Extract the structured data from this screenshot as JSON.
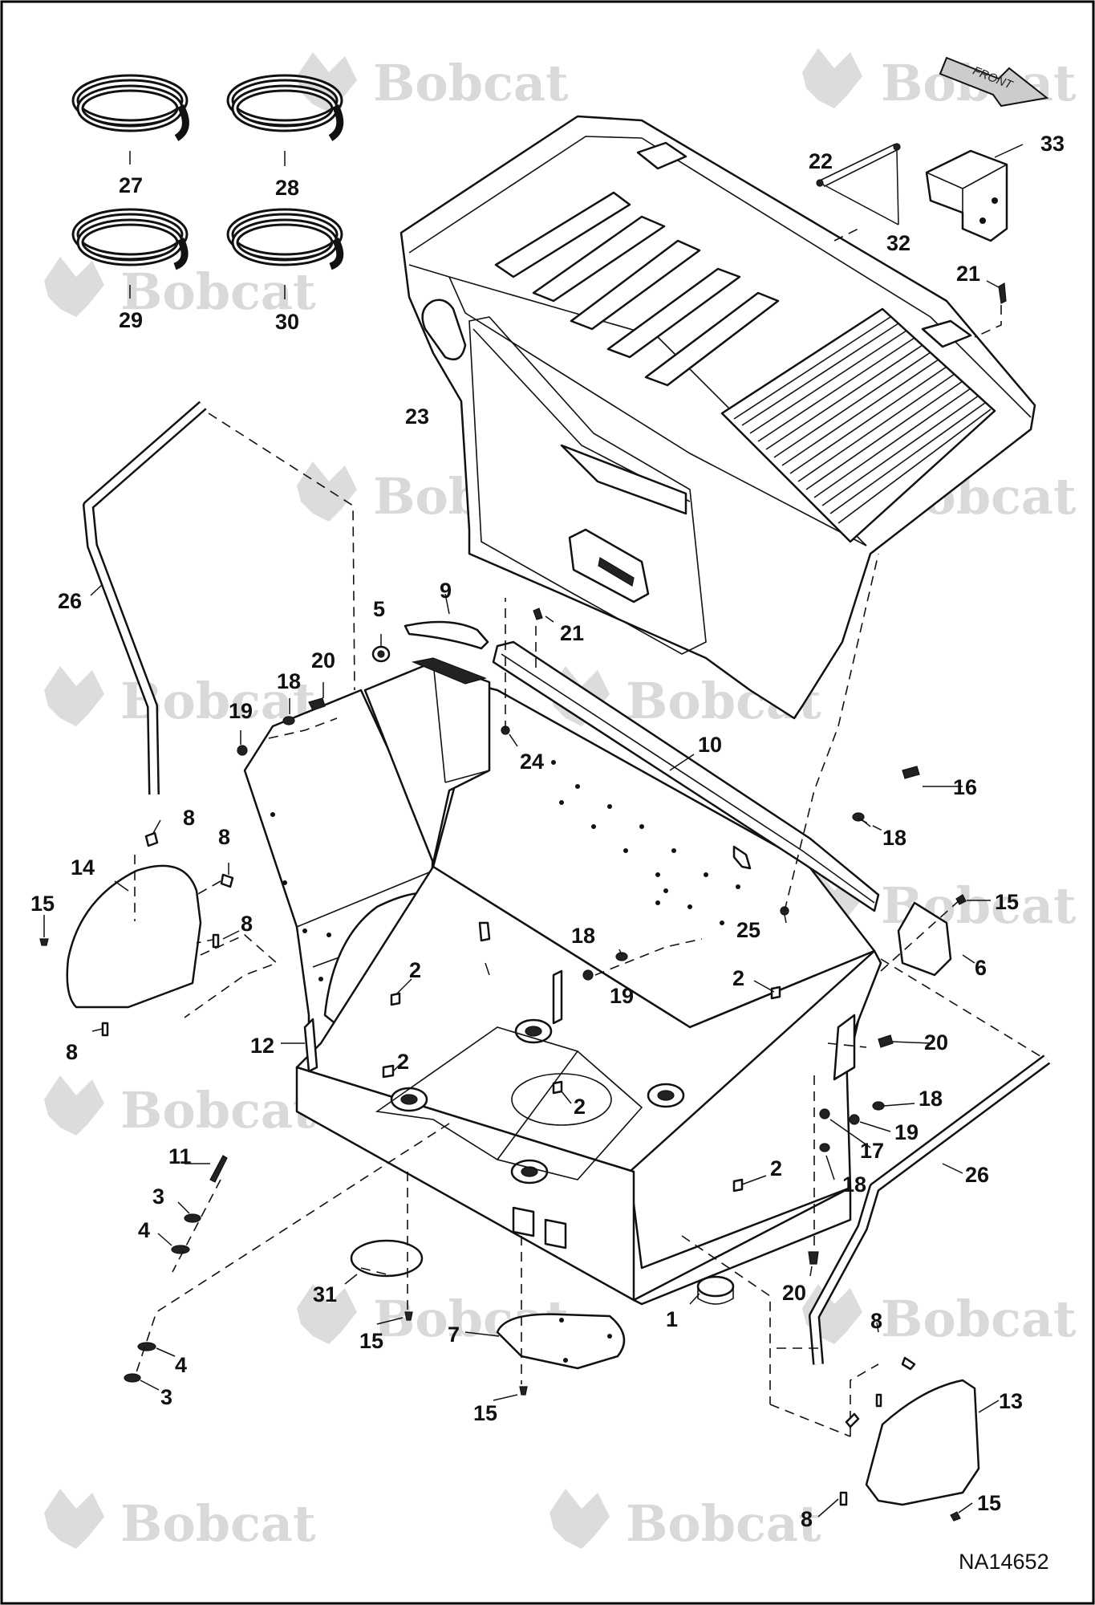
{
  "diagram": {
    "brand_watermark": "Bobcat",
    "direction_arrow_label": "FRONT",
    "drawing_number": "NA14652",
    "callouts": {
      "c1": "1",
      "c2a": "2",
      "c2b": "2",
      "c2c": "2",
      "c2d": "2",
      "c2e": "2",
      "c3a": "3",
      "c3b": "3",
      "c4a": "4",
      "c4b": "4",
      "c5": "5",
      "c6": "6",
      "c7": "7",
      "c8a": "8",
      "c8b": "8",
      "c8c": "8",
      "c8d": "8",
      "c8e": "8",
      "c8f": "8",
      "c9": "9",
      "c10": "10",
      "c11": "11",
      "c12": "12",
      "c13": "13",
      "c14": "14",
      "c15a": "15",
      "c15b": "15",
      "c15c": "15",
      "c15d": "15",
      "c15e": "15",
      "c16": "16",
      "c17": "17",
      "c18a": "18",
      "c18b": "18",
      "c18c": "18",
      "c18d": "18",
      "c18e": "18",
      "c19a": "19",
      "c19b": "19",
      "c19c": "19",
      "c20a": "20",
      "c20b": "20",
      "c20c": "20",
      "c21a": "21",
      "c21b": "21",
      "c22": "22",
      "c23": "23",
      "c24": "24",
      "c25": "25",
      "c26a": "26",
      "c26b": "26",
      "c27": "27",
      "c28": "28",
      "c29": "29",
      "c30": "30",
      "c31": "31",
      "c32": "32",
      "c33": "33"
    }
  }
}
